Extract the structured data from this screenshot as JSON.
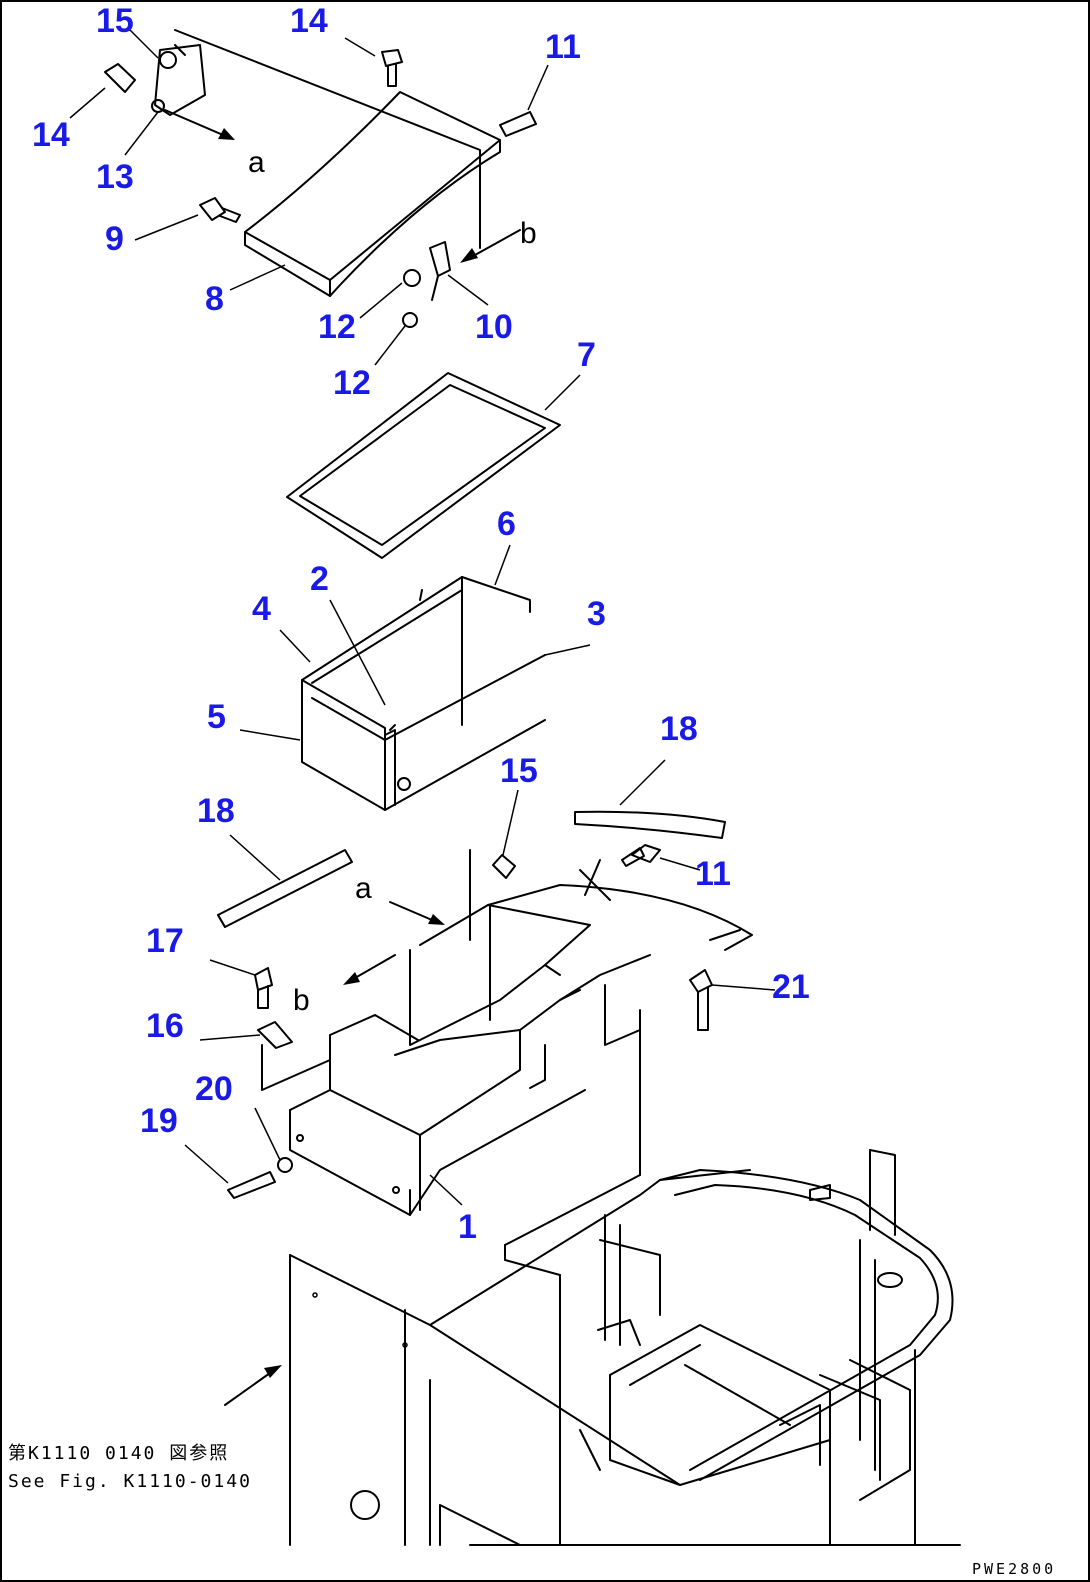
{
  "callouts": {
    "n15a": "15",
    "n14a": "14",
    "n11a": "11",
    "n14b": "14",
    "n13": "13",
    "n9": "9",
    "n8": "8",
    "n12a": "12",
    "n10": "10",
    "n12b": "12",
    "n7": "7",
    "n6": "6",
    "n2": "2",
    "n4": "4",
    "n3": "3",
    "n5": "5",
    "n18a": "18",
    "n15b": "15",
    "n18b": "18",
    "n11b": "11",
    "n17": "17",
    "n21": "21",
    "n16": "16",
    "n20": "20",
    "n19": "19",
    "n1": "1"
  },
  "view_markers": {
    "a_top": "a",
    "b_top": "b",
    "a_bottom": "a",
    "b_bottom": "b"
  },
  "reference_note": {
    "japanese": "第K1110 0140 図参照",
    "english": "See Fig. K1110-0140"
  },
  "drawing_code": "PWE2800",
  "colors": {
    "callout": "#1a1ae6",
    "line": "#000000",
    "background": "#ffffff"
  }
}
